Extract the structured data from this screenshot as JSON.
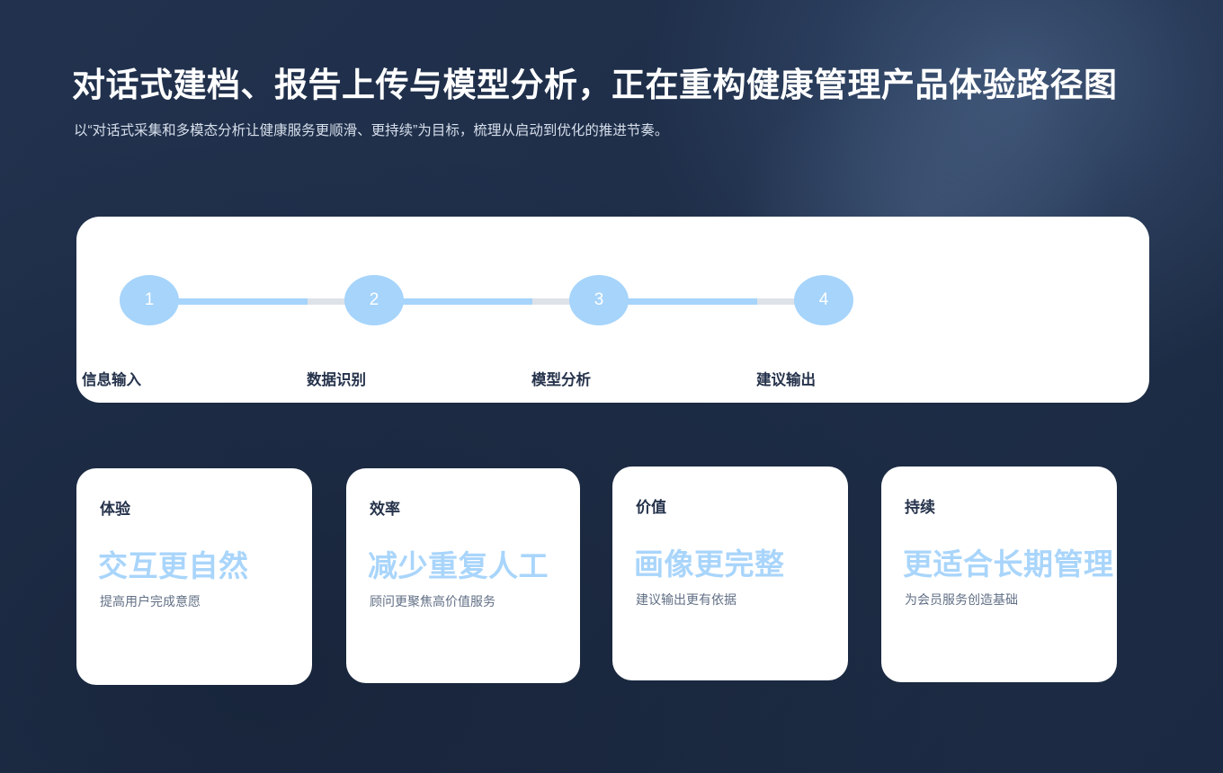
{
  "header": {
    "title": "对话式建档、报告上传与模型分析，正在重构健康管理产品体验路径图",
    "subtitle": "以“对话式采集和多模态分析让健康服务更顺滑、更持续”为目标，梳理从启动到优化的推进节奏。"
  },
  "stepper": {
    "steps": [
      {
        "number": "1",
        "label": "信息输入"
      },
      {
        "number": "2",
        "label": "数据识别"
      },
      {
        "number": "3",
        "label": "模型分析"
      },
      {
        "number": "4",
        "label": "建议输出"
      }
    ]
  },
  "cards": [
    {
      "kicker": "体验",
      "headline": "交互更自然",
      "note": "提高用户完成意愿"
    },
    {
      "kicker": "效率",
      "headline": "减少重复人工",
      "note": "顾问更聚焦高价值服务"
    },
    {
      "kicker": "价值",
      "headline": "画像更完整",
      "note": "建议输出更有依据"
    },
    {
      "kicker": "持续",
      "headline": "更适合长期管理",
      "note": "为会员服务创造基础"
    }
  ],
  "colors": {
    "background_dark": "#1e2e49",
    "panel_white": "#ffffff",
    "accent_blue": "#a6d4fb",
    "headline_blue": "#a9d5fb",
    "track_rest": "#dde2e9",
    "text_dark": "#25324b",
    "text_muted": "#616f85",
    "subtitle_text": "#d7dfeb"
  }
}
